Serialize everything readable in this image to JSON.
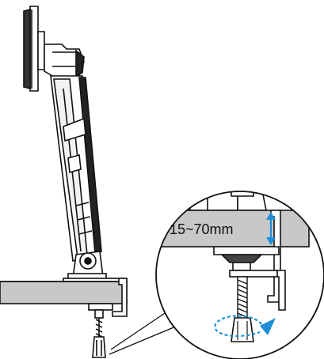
{
  "diagram": {
    "clamp_range_label": "15~70mm",
    "colors": {
      "line": "#111111",
      "desk_fill": "#c8c8c8",
      "accent": "#1f8fd6",
      "background": "#ffffff"
    },
    "icons": {
      "monitor": "monitor-side-view",
      "arm": "monitor-arm",
      "clamp": "c-clamp",
      "range_arrow": "double-headed-arrow",
      "rotate_arrow": "rotate-clockwise-arrow"
    }
  }
}
